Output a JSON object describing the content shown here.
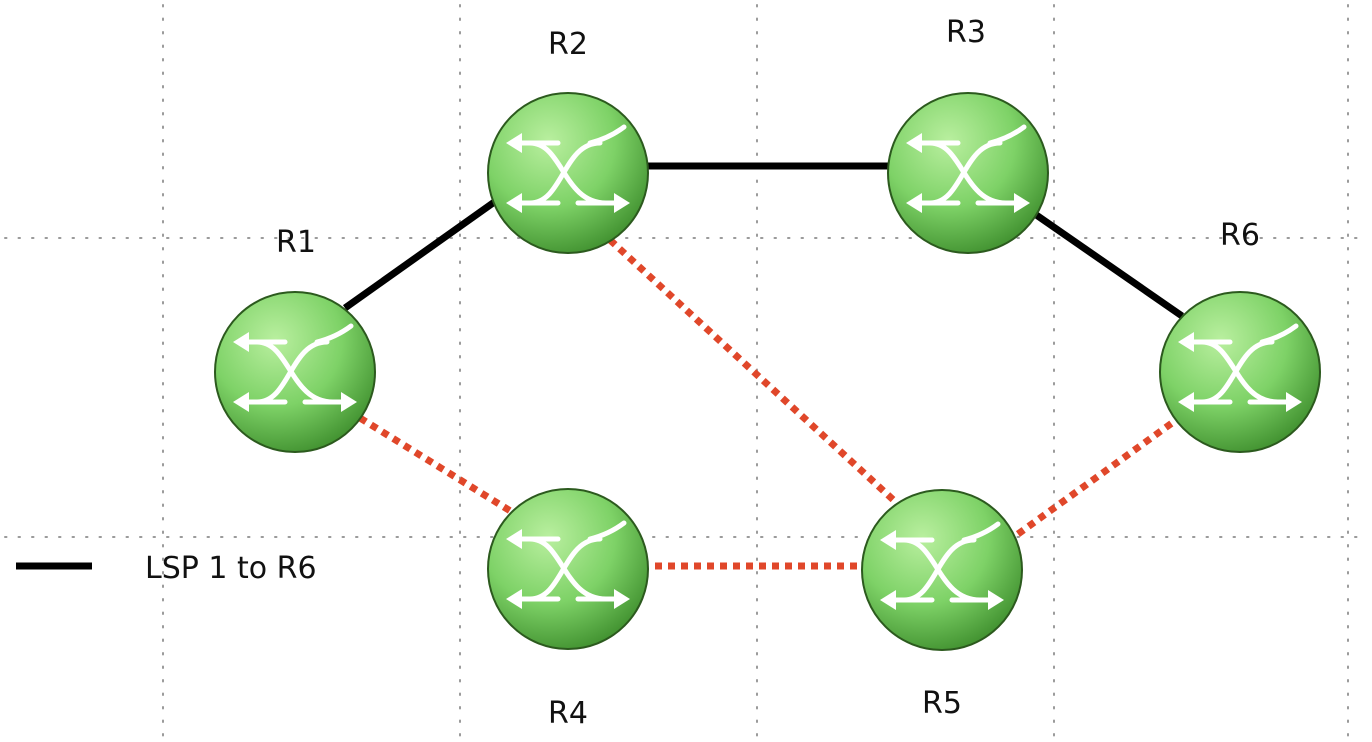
{
  "routers": [
    {
      "id": "R1",
      "label": "R1"
    },
    {
      "id": "R2",
      "label": "R2"
    },
    {
      "id": "R3",
      "label": "R3"
    },
    {
      "id": "R4",
      "label": "R4"
    },
    {
      "id": "R5",
      "label": "R5"
    },
    {
      "id": "R6",
      "label": "R6"
    }
  ],
  "links": [
    {
      "from": "R1",
      "to": "R2",
      "style": "lsp"
    },
    {
      "from": "R2",
      "to": "R3",
      "style": "lsp"
    },
    {
      "from": "R3",
      "to": "R6",
      "style": "lsp"
    },
    {
      "from": "R1",
      "to": "R4",
      "style": "dotted"
    },
    {
      "from": "R4",
      "to": "R5",
      "style": "dotted"
    },
    {
      "from": "R2",
      "to": "R5",
      "style": "dotted"
    },
    {
      "from": "R5",
      "to": "R6",
      "style": "dotted"
    }
  ],
  "legend": {
    "label": "LSP 1 to R6"
  },
  "colors": {
    "lsp_line": "#000000",
    "dotted_line": "#e0472a",
    "router_fill": "#7ed267",
    "router_outline": "#2c5a1e",
    "grid": "#9a9a9a",
    "label_text": "#111111"
  },
  "icons": {
    "router": "router-icon"
  }
}
